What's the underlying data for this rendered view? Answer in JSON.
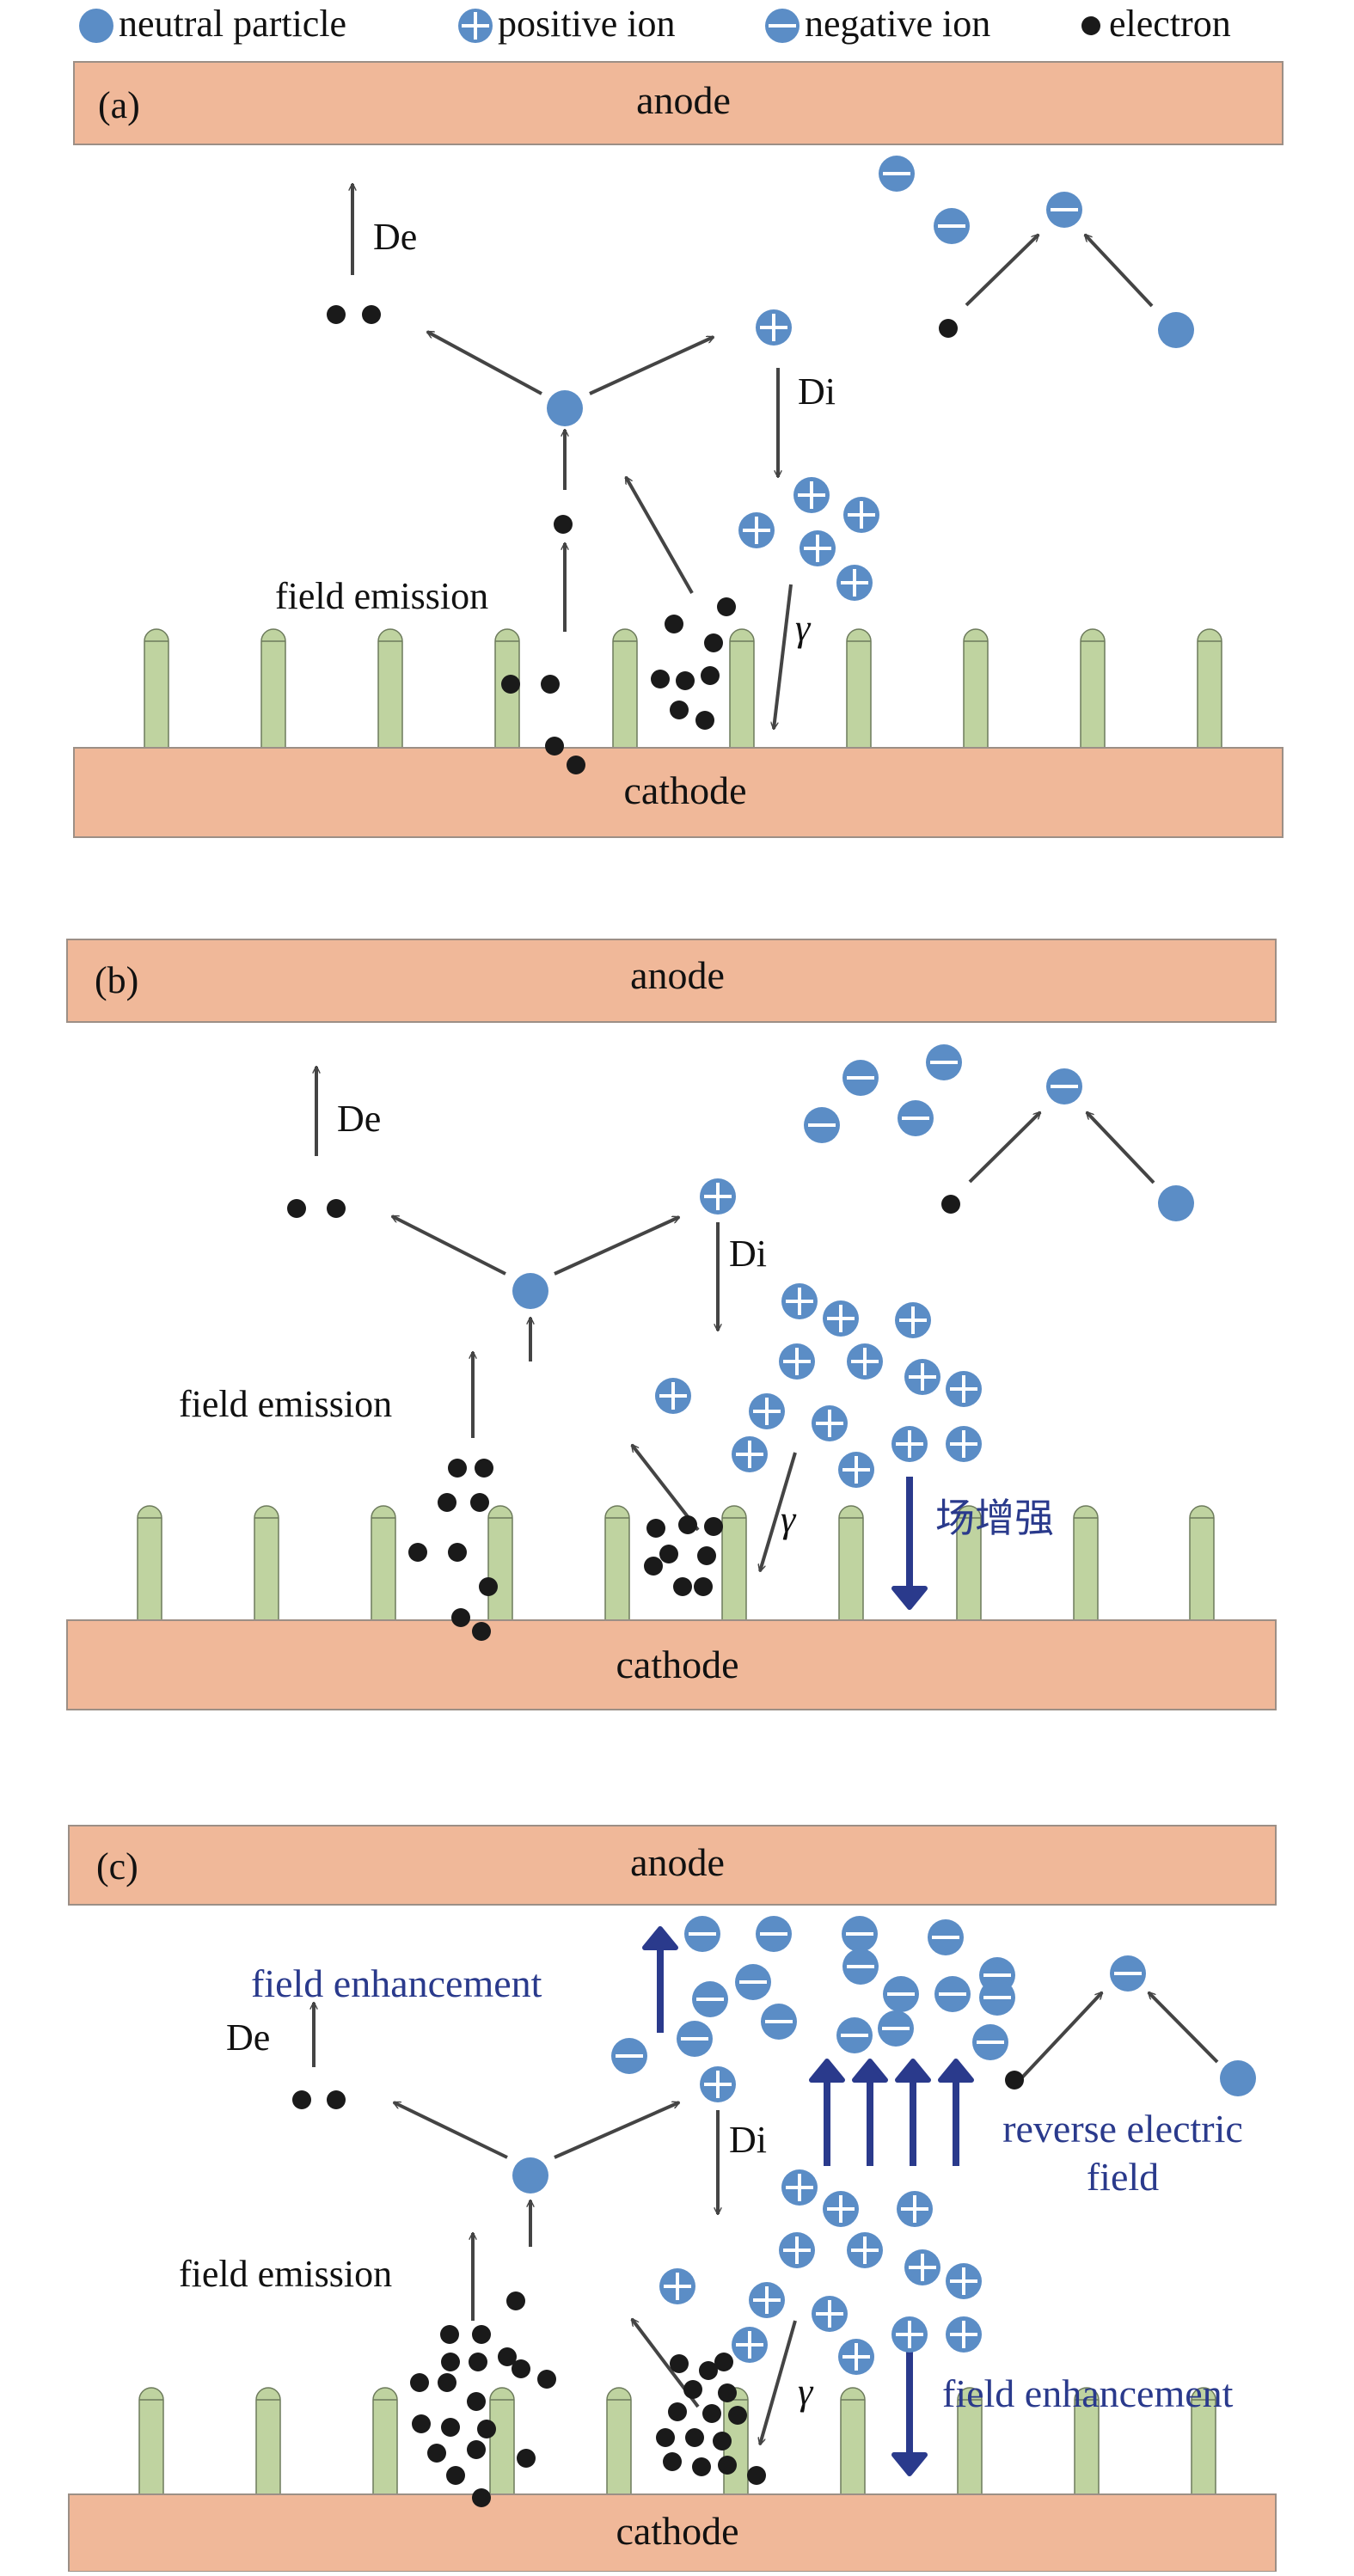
{
  "legend": {
    "neutral": "neutral particle",
    "positive": "positive ion",
    "negative": "negative ion",
    "electron": "electron"
  },
  "panels": [
    {
      "id": "a",
      "label": "(a)",
      "anode": "anode",
      "cathode": "cathode",
      "de": "De",
      "di": "Di",
      "gamma": "γ",
      "field_emission": "field emission"
    },
    {
      "id": "b",
      "label": "(b)",
      "anode": "anode",
      "cathode": "cathode",
      "de": "De",
      "di": "Di",
      "gamma": "γ",
      "field_emission": "field emission",
      "enhance": "场增强"
    },
    {
      "id": "c",
      "label": "(c)",
      "anode": "anode",
      "cathode": "cathode",
      "de": "De",
      "di": "Di",
      "gamma": "γ",
      "field_emission": "field emission",
      "field_enhancement_top": "field enhancement",
      "reverse_line1": "reverse electric",
      "reverse_line2": "field",
      "field_enhancement_bottom": "field enhancement"
    }
  ],
  "colors": {
    "electrode": "#f0b899",
    "electrode_stroke": "#9c8f86",
    "tip": "#bfd3a0",
    "tip_stroke": "#6d7b5c",
    "particle": "#5b8dc6",
    "electron": "#1a1a1a",
    "arrow": "#444444",
    "field_arrow": "#2a3a8c",
    "field_text": "#2a3a8c",
    "text": "#111111"
  }
}
